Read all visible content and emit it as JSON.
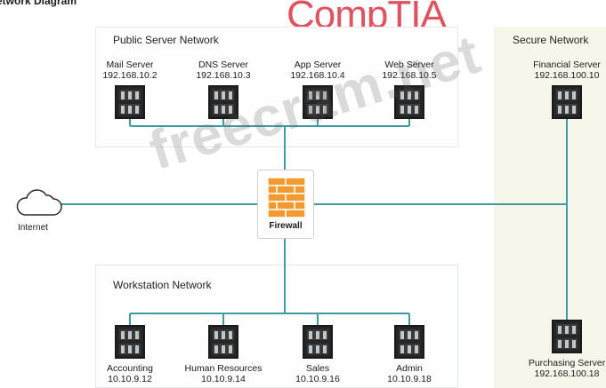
{
  "header": {
    "title": "etwork Diagram"
  },
  "brand": {
    "name": "CompTIA"
  },
  "watermark": {
    "text": "freecram.net"
  },
  "zones": {
    "public": "Public Server Network",
    "secure": "Secure Network",
    "workstation": "Workstation Network"
  },
  "public_servers": [
    {
      "name": "Mail Server",
      "ip": "192.168.10.2"
    },
    {
      "name": "DNS Server",
      "ip": "192.168.10.3"
    },
    {
      "name": "App Server",
      "ip": "192.168.10.4"
    },
    {
      "name": "Web Server",
      "ip": "192.168.10.5"
    }
  ],
  "secure_servers": [
    {
      "name": "Financial Server",
      "ip": "192.168.100.10"
    },
    {
      "name": "Purchasing Server",
      "ip": "192.168.100.18"
    }
  ],
  "workstations": [
    {
      "name": "Accounting",
      "ip": "10.10.9.12"
    },
    {
      "name": "Human Resources",
      "ip": "10.10.9.14"
    },
    {
      "name": "Sales",
      "ip": "10.10.9.16"
    },
    {
      "name": "Admin",
      "ip": "10.10.9.18"
    }
  ],
  "firewall": {
    "label": "Firewall"
  },
  "internet": {
    "label": "Internet"
  },
  "colors": {
    "link": "#3f9da3",
    "brand": "#e0525f",
    "firewall_brick": "#f29a2e",
    "server": "#262626"
  },
  "icons": {
    "server": "server-rack-icon",
    "firewall": "firewall-brick-icon",
    "cloud": "cloud-icon"
  }
}
